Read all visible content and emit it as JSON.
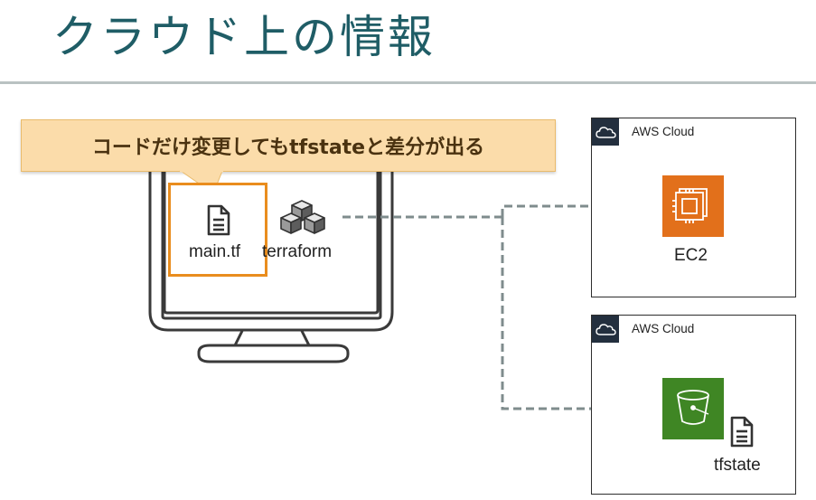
{
  "slide": {
    "title": "クラウド上の情報"
  },
  "callout": {
    "text": "コードだけ変更してもtfstateと差分が出る"
  },
  "local": {
    "file_label": "main.tf",
    "tool_label": "terraform"
  },
  "cloud_top": {
    "title": "AWS Cloud",
    "service_label": "EC2"
  },
  "cloud_bottom": {
    "title": "AWS Cloud",
    "file_label": "tfstate"
  },
  "colors": {
    "title": "#1f5d66",
    "callout_bg": "#fbdcaa",
    "highlight": "#e98d1e",
    "ec2": "#e2701b",
    "s3": "#3f8624",
    "aws_badge": "#232f3e",
    "connector": "#7f8c8d"
  },
  "icons": [
    "document-icon",
    "terraform-cubes-icon",
    "cloud-icon",
    "ec2-chip-icon",
    "s3-bucket-icon"
  ]
}
